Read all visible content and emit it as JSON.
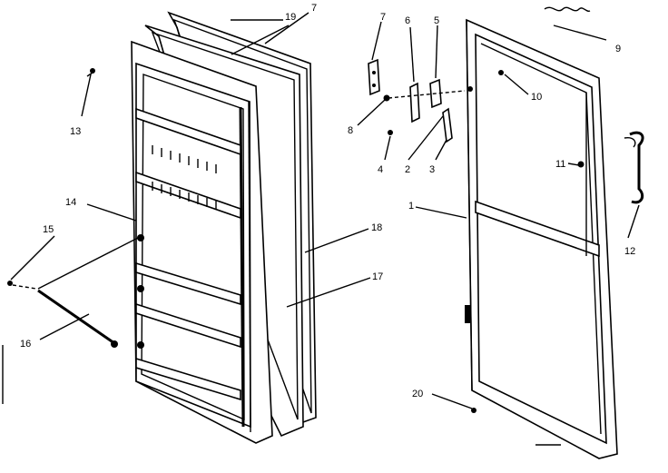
{
  "callouts": [
    {
      "id": "c1",
      "label": "1"
    },
    {
      "id": "c2",
      "label": "2"
    },
    {
      "id": "c3",
      "label": "3"
    },
    {
      "id": "c4",
      "label": "4"
    },
    {
      "id": "c5",
      "label": "5"
    },
    {
      "id": "c6",
      "label": "6"
    },
    {
      "id": "c7a",
      "label": "7"
    },
    {
      "id": "c7b",
      "label": "7"
    },
    {
      "id": "c8",
      "label": "8"
    },
    {
      "id": "c9",
      "label": "9"
    },
    {
      "id": "c10",
      "label": "10"
    },
    {
      "id": "c11",
      "label": "11"
    },
    {
      "id": "c12",
      "label": "12"
    },
    {
      "id": "c13",
      "label": "13"
    },
    {
      "id": "c14",
      "label": "14"
    },
    {
      "id": "c15",
      "label": "15"
    },
    {
      "id": "c16",
      "label": "16"
    },
    {
      "id": "c17",
      "label": "17"
    },
    {
      "id": "c18",
      "label": "18"
    },
    {
      "id": "c19",
      "label": "19"
    },
    {
      "id": "c20",
      "label": "20"
    }
  ]
}
